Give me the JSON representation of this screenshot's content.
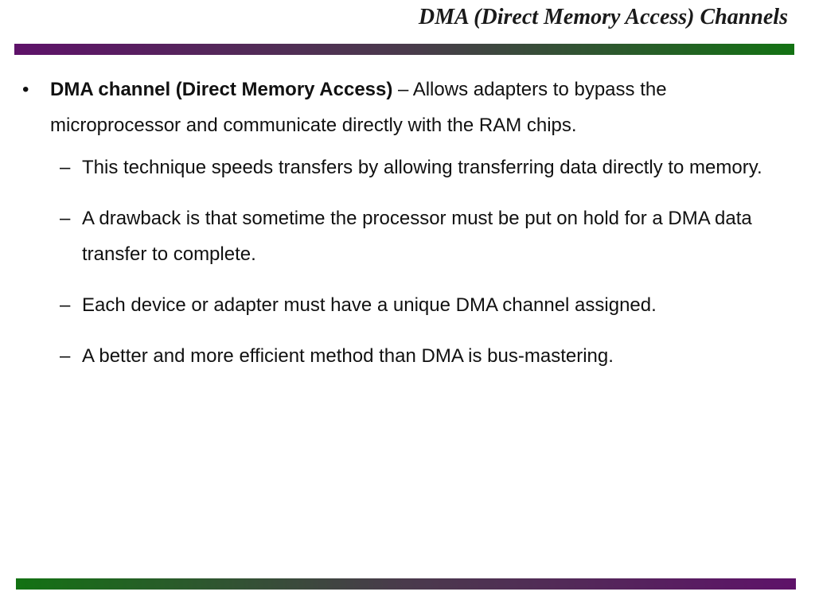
{
  "slide": {
    "title": "DMA (Direct Memory Access) Channels"
  },
  "bullet": {
    "marker": "•",
    "bold_text": "DMA channel (Direct Memory Access)",
    "text": " – Allows adapters to bypass the microprocessor and communicate directly with the RAM chips."
  },
  "sub_bullets": {
    "dash": "–",
    "items": [
      "This technique speeds transfers by allowing transferring data directly to memory.",
      "A drawback is that sometime the processor must be put on hold for a DMA data transfer to complete.",
      "Each device or adapter must have a unique DMA channel assigned.",
      "A better and more efficient method than DMA is bus-mastering."
    ]
  },
  "colors": {
    "bar_purple": "#5e1269",
    "bar_green": "#137213"
  }
}
